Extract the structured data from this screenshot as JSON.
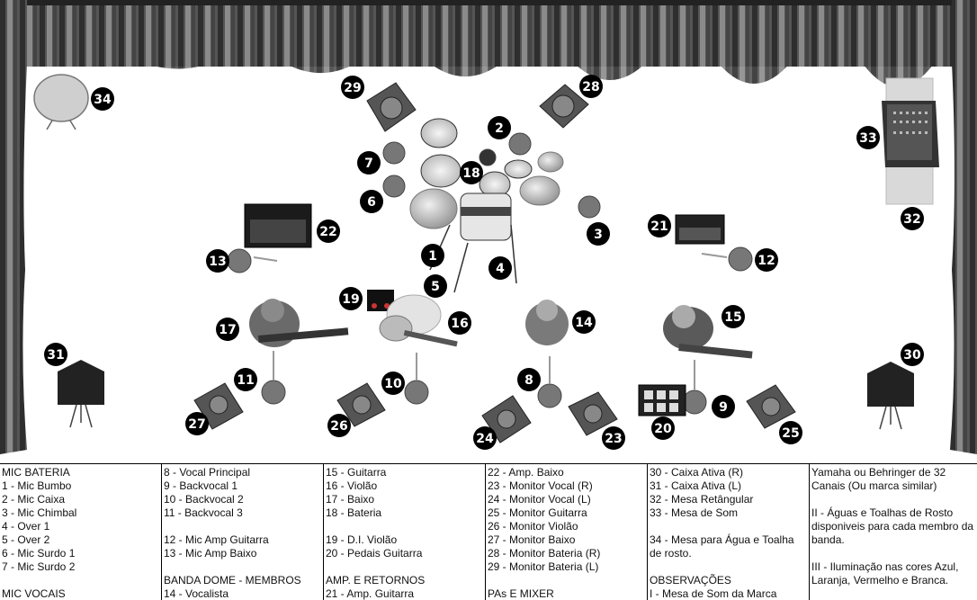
{
  "stage_labels": [
    "1",
    "2",
    "3",
    "4",
    "5",
    "6",
    "7",
    "8",
    "9",
    "10",
    "11",
    "12",
    "13",
    "14",
    "15",
    "16",
    "17",
    "18",
    "19",
    "20",
    "21",
    "22",
    "23",
    "24",
    "25",
    "26",
    "27",
    "28",
    "29",
    "30",
    "31",
    "32",
    "33",
    "34"
  ],
  "legend": {
    "col1": [
      "MIC BATERIA",
      "1 - Mic Bumbo",
      "2 - Mic Caixa",
      "3 - Mic Chimbal",
      "4 - Over 1",
      "5 - Over 2",
      "6 - Mic Surdo 1",
      "7 - Mic Surdo 2",
      "",
      "MIC VOCAIS"
    ],
    "col2": [
      "8 - Vocal Principal",
      "9 - Backvocal 1",
      "10 - Backvocal 2",
      "11 - Backvocal 3",
      "",
      "12 - Mic Amp Guitarra",
      "13 - Mic Amp Baixo",
      "",
      "BANDA DOME - MEMBROS",
      "14 - Vocalista"
    ],
    "col3": [
      "15 - Guitarra",
      "16 - Violão",
      "17 - Baixo",
      "18 - Bateria",
      "",
      "19 - D.I. Violão",
      "20 - Pedais Guitarra",
      "",
      "AMP. E RETORNOS",
      "21 - Amp. Guitarra"
    ],
    "col4": [
      "22 - Amp. Baixo",
      "23 - Monitor Vocal (R)",
      "24 - Monitor Vocal (L)",
      "25 - Monitor Guitarra",
      "26 - Monitor Violão",
      "27 - Monitor Baixo",
      "28 - Monitor Bateria (R)",
      "29 - Monitor Bateria (L)",
      "",
      "PAs E MIXER"
    ],
    "col5": [
      "30 - Caixa Ativa (R)",
      "31 - Caixa Ativa (L)",
      "32 - Mesa Retângular",
      "33 - Mesa de Som",
      "",
      "34 - Mesa para Água e Toalha de rosto.",
      "",
      "OBSERVAÇÕES",
      "I - Mesa de Som da Marca"
    ],
    "col6": [
      "Yamaha ou Behringer de 32 Canais (Ou marca similar)",
      "",
      "II - Águas e Toalhas de Rosto disponiveis para cada membro da banda.",
      "",
      "III - Iluminação nas cores Azul, Laranja, Vermelho e Branca."
    ]
  }
}
